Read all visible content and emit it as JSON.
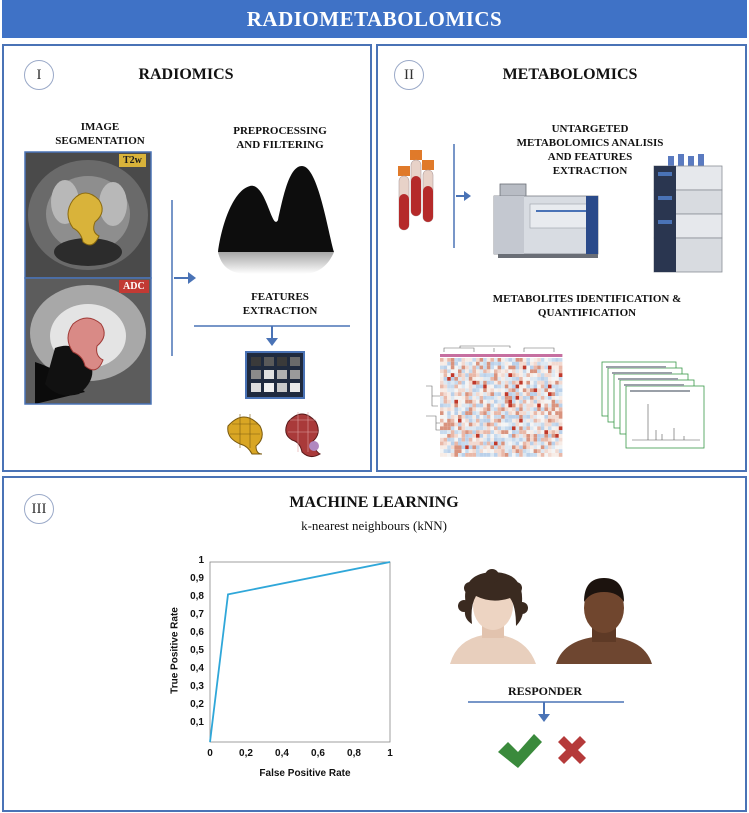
{
  "header": {
    "title": "RADIOMETABOLOMICS"
  },
  "panel1": {
    "numeral": "I",
    "title": "RADIOMICS",
    "segmentation_label": "IMAGE\nSEGMENTATION",
    "t2w_tag": "T2w",
    "adc_tag": "ADC",
    "preprocessing_label": "PREPROCESSING\nAND FILTERING",
    "features_label": "FEATURES\nEXTRACTION"
  },
  "panel2": {
    "numeral": "II",
    "title": "METABOLOMICS",
    "untargeted_label": "UNTARGETED\nMETABOLOMICS ANALISIS\nAND FEATURES\nEXTRACTION",
    "identification_label": "METABOLITES IDENTIFICATION &\nQUANTIFICATION"
  },
  "panel3": {
    "numeral": "III",
    "title": "MACHINE LEARNING",
    "subtitle": "k-nearest neighbours (kNN)",
    "responder_label": "RESPONDER"
  },
  "chart_data": {
    "type": "line",
    "xlabel": "False Positive Rate",
    "ylabel": "True Positive Rate",
    "xlim": [
      0,
      1
    ],
    "ylim": [
      0,
      1
    ],
    "x_ticks": [
      "0",
      "0,2",
      "0,4",
      "0,6",
      "0,8",
      "1"
    ],
    "y_ticks": [
      "0,1",
      "0,2",
      "0,3",
      "0,4",
      "0,5",
      "0,6",
      "0,7",
      "0,8",
      "0,9",
      "1"
    ],
    "grid": false,
    "series": [
      {
        "x": [
          0,
          0.1,
          1
        ],
        "y": [
          0,
          0.82,
          1
        ],
        "color": "#2fa7d9"
      }
    ]
  },
  "colors": {
    "banner": "#3f72c6",
    "panel_border": "#4a73b6",
    "check": "#3a8a3c",
    "cross": "#b53a3a"
  }
}
